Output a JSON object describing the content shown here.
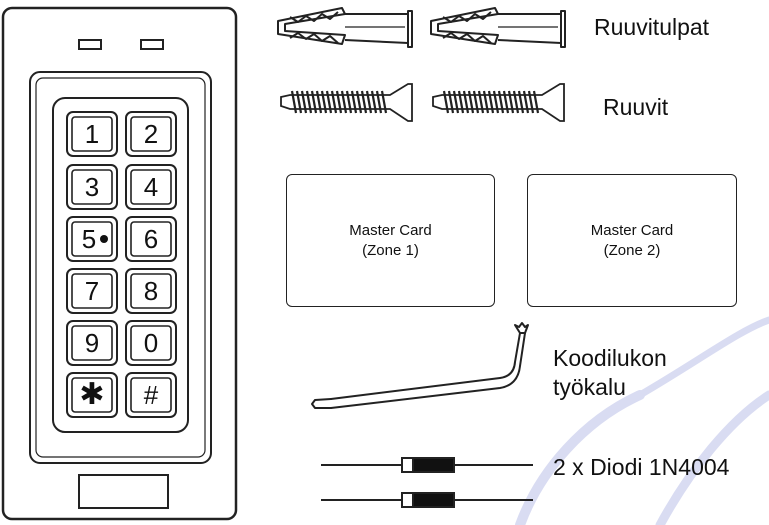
{
  "keypad": {
    "keys": [
      "1",
      "2",
      "3",
      "4",
      "5",
      "6",
      "7",
      "8",
      "9",
      "0",
      "✱",
      "#"
    ]
  },
  "labels": {
    "wall_plugs": "Ruuvitulpat",
    "screws": "Ruuvit",
    "tool_line1": "Koodilukon",
    "tool_line2": "työkalu",
    "diodes": "2 x Diodi 1N4004"
  },
  "cards": [
    {
      "line1": "Master Card",
      "line2": "(Zone 1)"
    },
    {
      "line1": "Master Card",
      "line2": "(Zone 2)"
    }
  ],
  "colors": {
    "line": "#222222",
    "watermark": "#d9dcf2"
  }
}
